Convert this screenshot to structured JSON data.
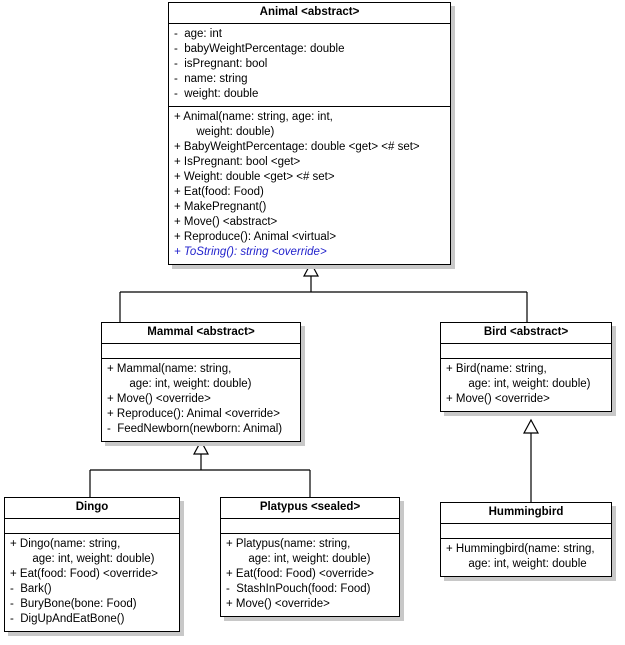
{
  "diagram": {
    "title": "Animal class hierarchy UML diagram",
    "type": "uml-class-diagram",
    "background_color": "#ffffff",
    "line_color": "#000000",
    "shadow_color": "#c8c8c8",
    "abstract_member_color": "#2222cc",
    "relationship_type": "generalization",
    "arrowhead": "hollow-triangle"
  },
  "classes": {
    "animal": {
      "name": "Animal <abstract>",
      "attributes": [
        "-  age: int",
        "-  babyWeightPercentage: double",
        "-  isPregnant: bool",
        "-  name: string",
        "-  weight: double"
      ],
      "operations": [
        "+ Animal(name: string, age: int,",
        "       weight: double)",
        "+ BabyWeightPercentage: double <get> <# set>",
        "+ IsPregnant: bool <get>",
        "+ Weight: double <get> <# set>",
        "+ Eat(food: Food)",
        "+ MakePregnant()",
        "+ Move() <abstract>",
        "+ Reproduce(): Animal <virtual>"
      ],
      "operations_emphasized": [
        "+ ToString(): string <override>"
      ]
    },
    "mammal": {
      "name": "Mammal <abstract>",
      "attributes": [],
      "operations": [
        "+ Mammal(name: string,",
        "       age: int, weight: double)",
        "+ Move() <override>",
        "+ Reproduce(): Animal <override>",
        "-  FeedNewborn(newborn: Animal)"
      ]
    },
    "bird": {
      "name": "Bird <abstract>",
      "attributes": [],
      "operations": [
        "+ Bird(name: string,",
        "       age: int, weight: double)",
        "+ Move() <override>"
      ]
    },
    "dingo": {
      "name": "Dingo",
      "attributes": [],
      "operations": [
        "+ Dingo(name: string,",
        "       age: int, weight: double)",
        "+ Eat(food: Food) <override>",
        "-  Bark()",
        "-  BuryBone(bone: Food)",
        "-  DigUpAndEatBone()"
      ]
    },
    "platypus": {
      "name": "Platypus <sealed>",
      "attributes": [],
      "operations": [
        "+ Platypus(name: string,",
        "       age: int, weight: double)",
        "+ Eat(food: Food) <override>",
        "-  StashInPouch(food: Food)",
        "+ Move() <override>"
      ]
    },
    "hummingbird": {
      "name": "Hummingbird",
      "attributes": [],
      "operations": [
        "+ Hummingbird(name: string,",
        "       age: int, weight: double"
      ]
    }
  }
}
